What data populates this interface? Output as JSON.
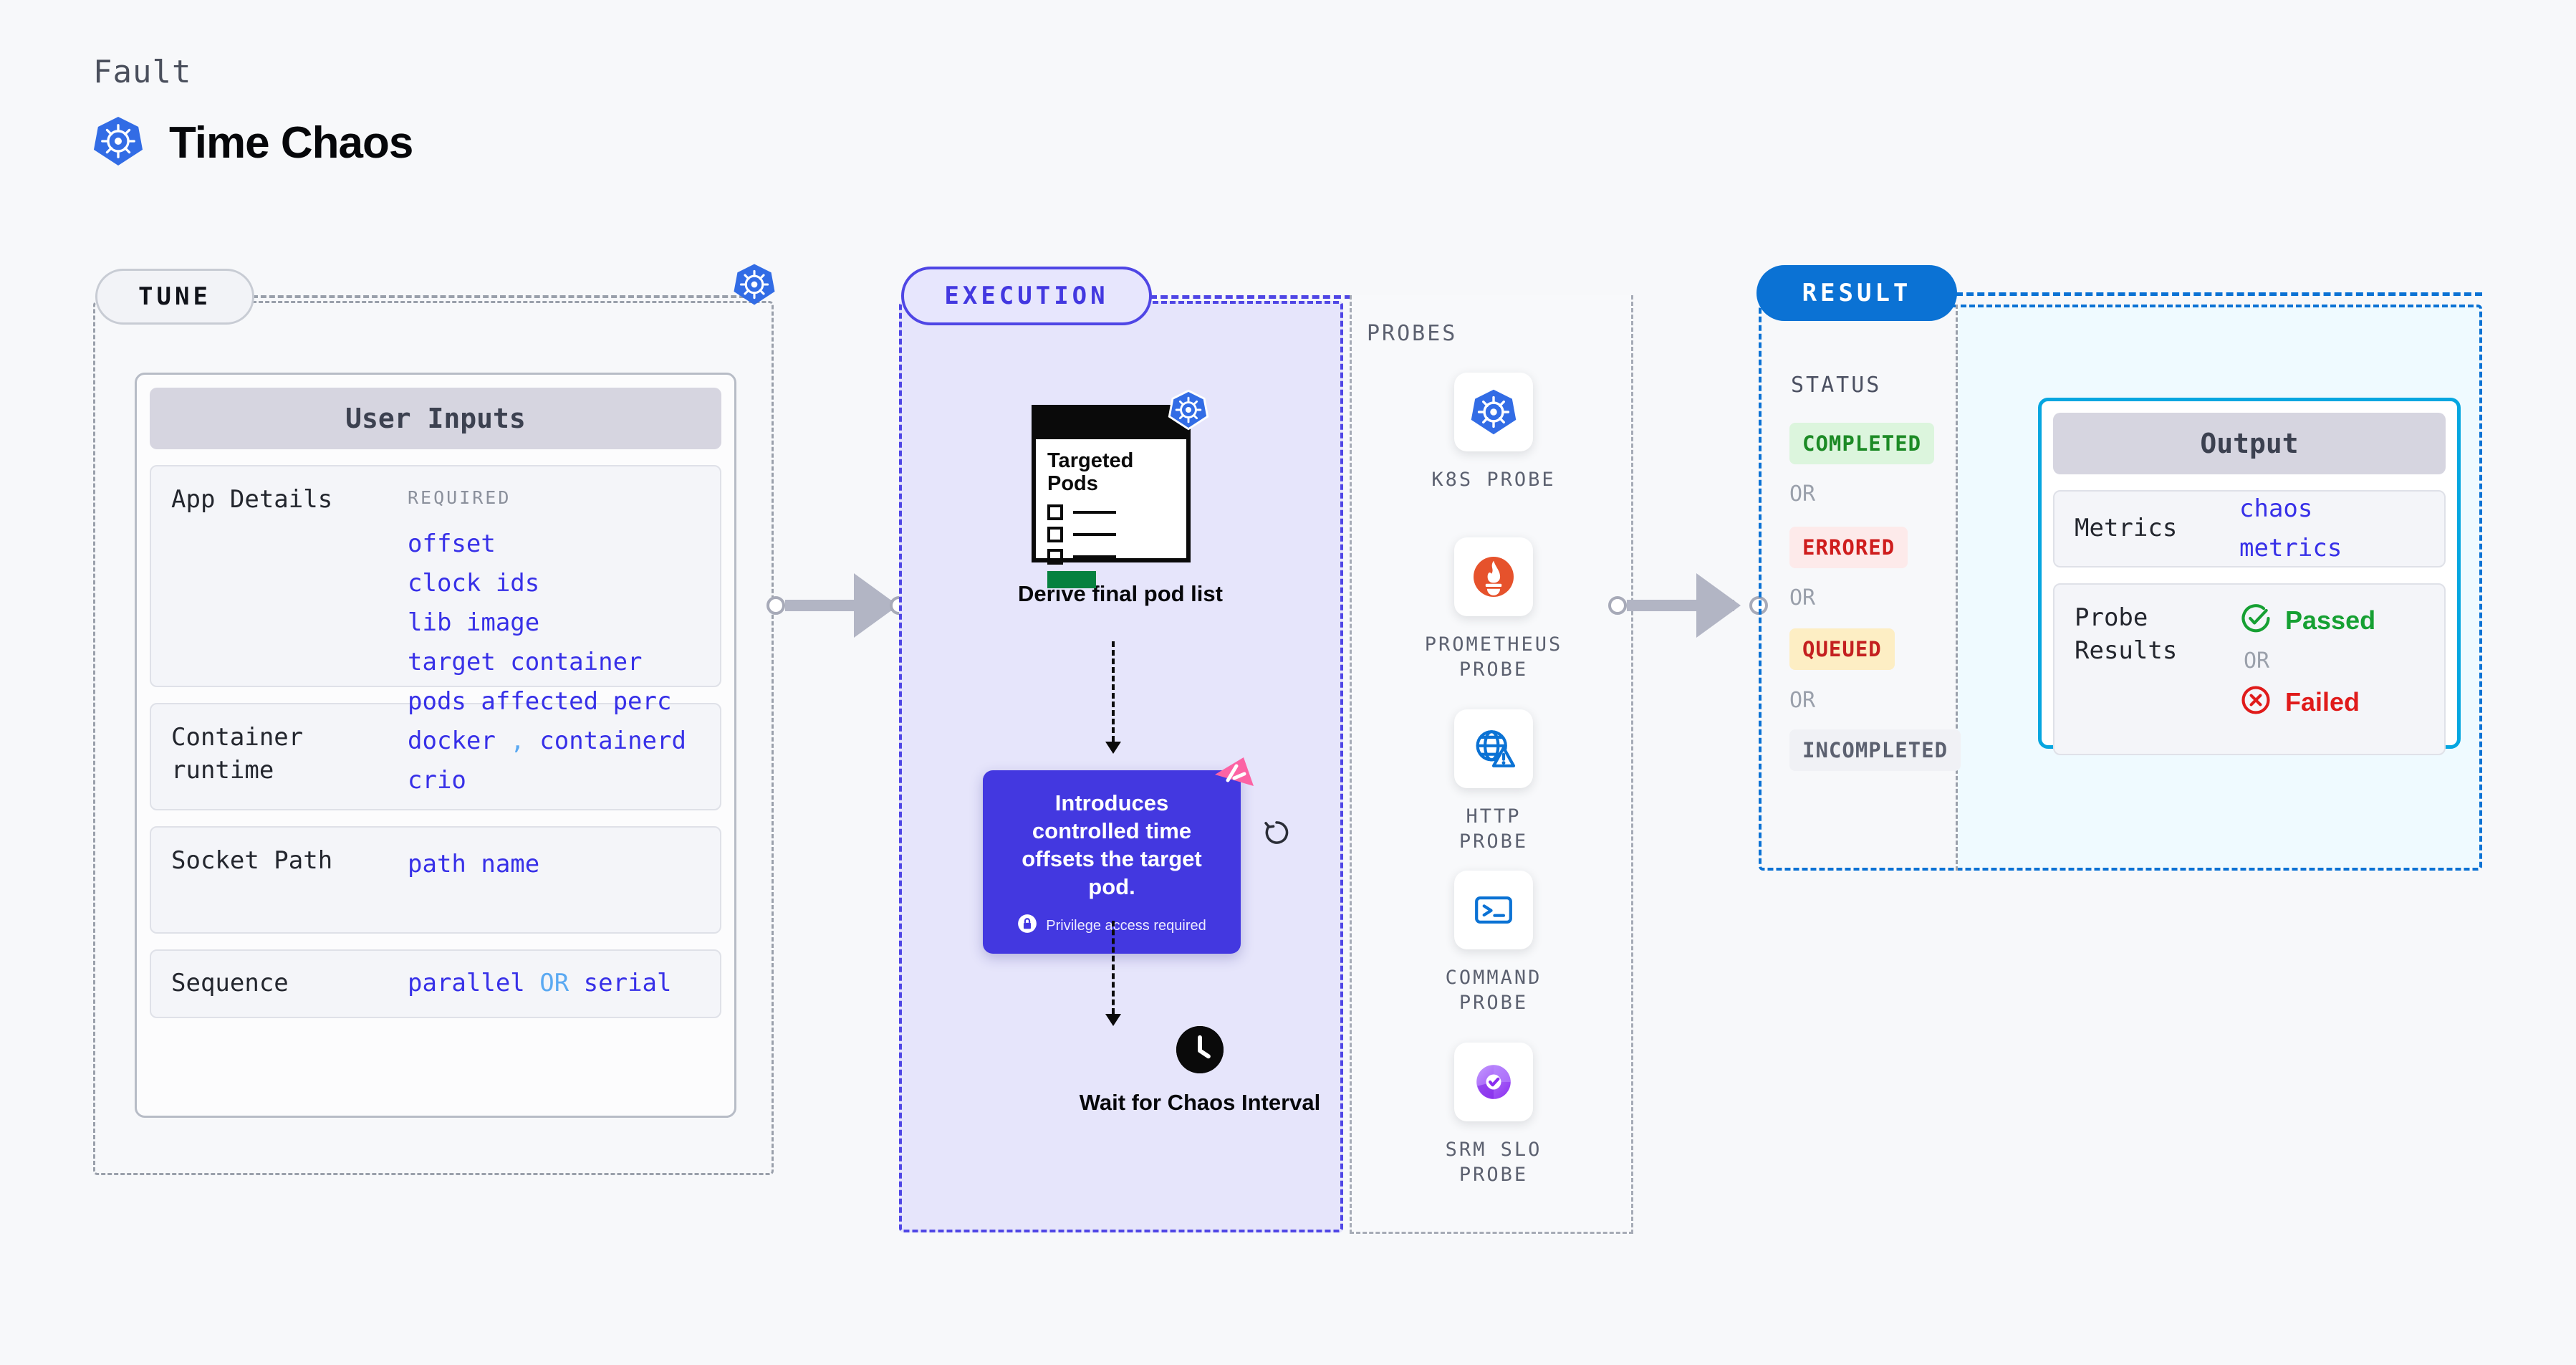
{
  "header": {
    "kicker": "Fault",
    "title": "Time Chaos",
    "icon": "kubernetes-icon"
  },
  "tune": {
    "chip": "TUNE",
    "card_title": "User Inputs",
    "edge_icon": "kubernetes-icon",
    "fields": [
      {
        "label": "App Details",
        "tag": "REQUIRED",
        "values": [
          "offset",
          "clock ids",
          "lib image",
          "target container",
          "pods affected perc"
        ]
      },
      {
        "label": "Container runtime",
        "values": [
          "docker , containerd",
          "crio"
        ]
      },
      {
        "label": "Socket Path",
        "values": [
          "path name"
        ]
      },
      {
        "label": "Sequence",
        "values": [
          "parallel OR serial"
        ]
      }
    ]
  },
  "execution": {
    "chip": "EXECUTION",
    "pods_card": {
      "title": "Targeted Pods",
      "icon": "kubernetes-icon",
      "rows": 3
    },
    "pods_caption": "Derive final pod list",
    "callout": {
      "text": "Introduces controlled time offsets the target pod.",
      "note": "Privilege access required",
      "note_icon": "lock-icon",
      "ribbon_icon": "harness-ribbon-icon",
      "retry_icon": "rotate-ccw-icon"
    },
    "clock": {
      "icon": "clock-icon",
      "caption": "Wait for Chaos Interval"
    }
  },
  "probes": {
    "title": "PROBES",
    "items": [
      {
        "label": "K8S PROBE",
        "icon": "kubernetes-icon"
      },
      {
        "label": "PROMETHEUS PROBE",
        "icon": "prometheus-icon"
      },
      {
        "label": "HTTP PROBE",
        "icon": "globe-alert-icon"
      },
      {
        "label": "COMMAND PROBE",
        "icon": "terminal-icon"
      },
      {
        "label": "SRM SLO PROBE",
        "icon": "srm-slo-icon"
      }
    ]
  },
  "result": {
    "chip": "RESULT",
    "status_title": "STATUS",
    "or_label": "OR",
    "statuses": [
      {
        "label": "COMPLETED",
        "color": "#1c8a25",
        "bg": "#dcf5dd"
      },
      {
        "label": "ERRORED",
        "color": "#cf1d1d",
        "bg": "#fdeaea"
      },
      {
        "label": "QUEUED",
        "color": "#c42020",
        "bg": "#fdeec4"
      },
      {
        "label": "INCOMPLETED",
        "color": "#5c6170",
        "bg": "#f0f1f5"
      }
    ],
    "output": {
      "title": "Output",
      "metrics_label": "Metrics",
      "metrics_value": "chaos metrics",
      "probe_label": "Probe Results",
      "passed": "Passed",
      "failed": "Failed",
      "or_label": "OR",
      "passed_icon": "check-circle-icon",
      "failed_icon": "x-circle-icon"
    }
  },
  "colors": {
    "indigo": "#4338e0",
    "blue": "#0b72d4",
    "cyan": "#06a6e0",
    "green": "#16a033",
    "red": "#e01b1b"
  }
}
